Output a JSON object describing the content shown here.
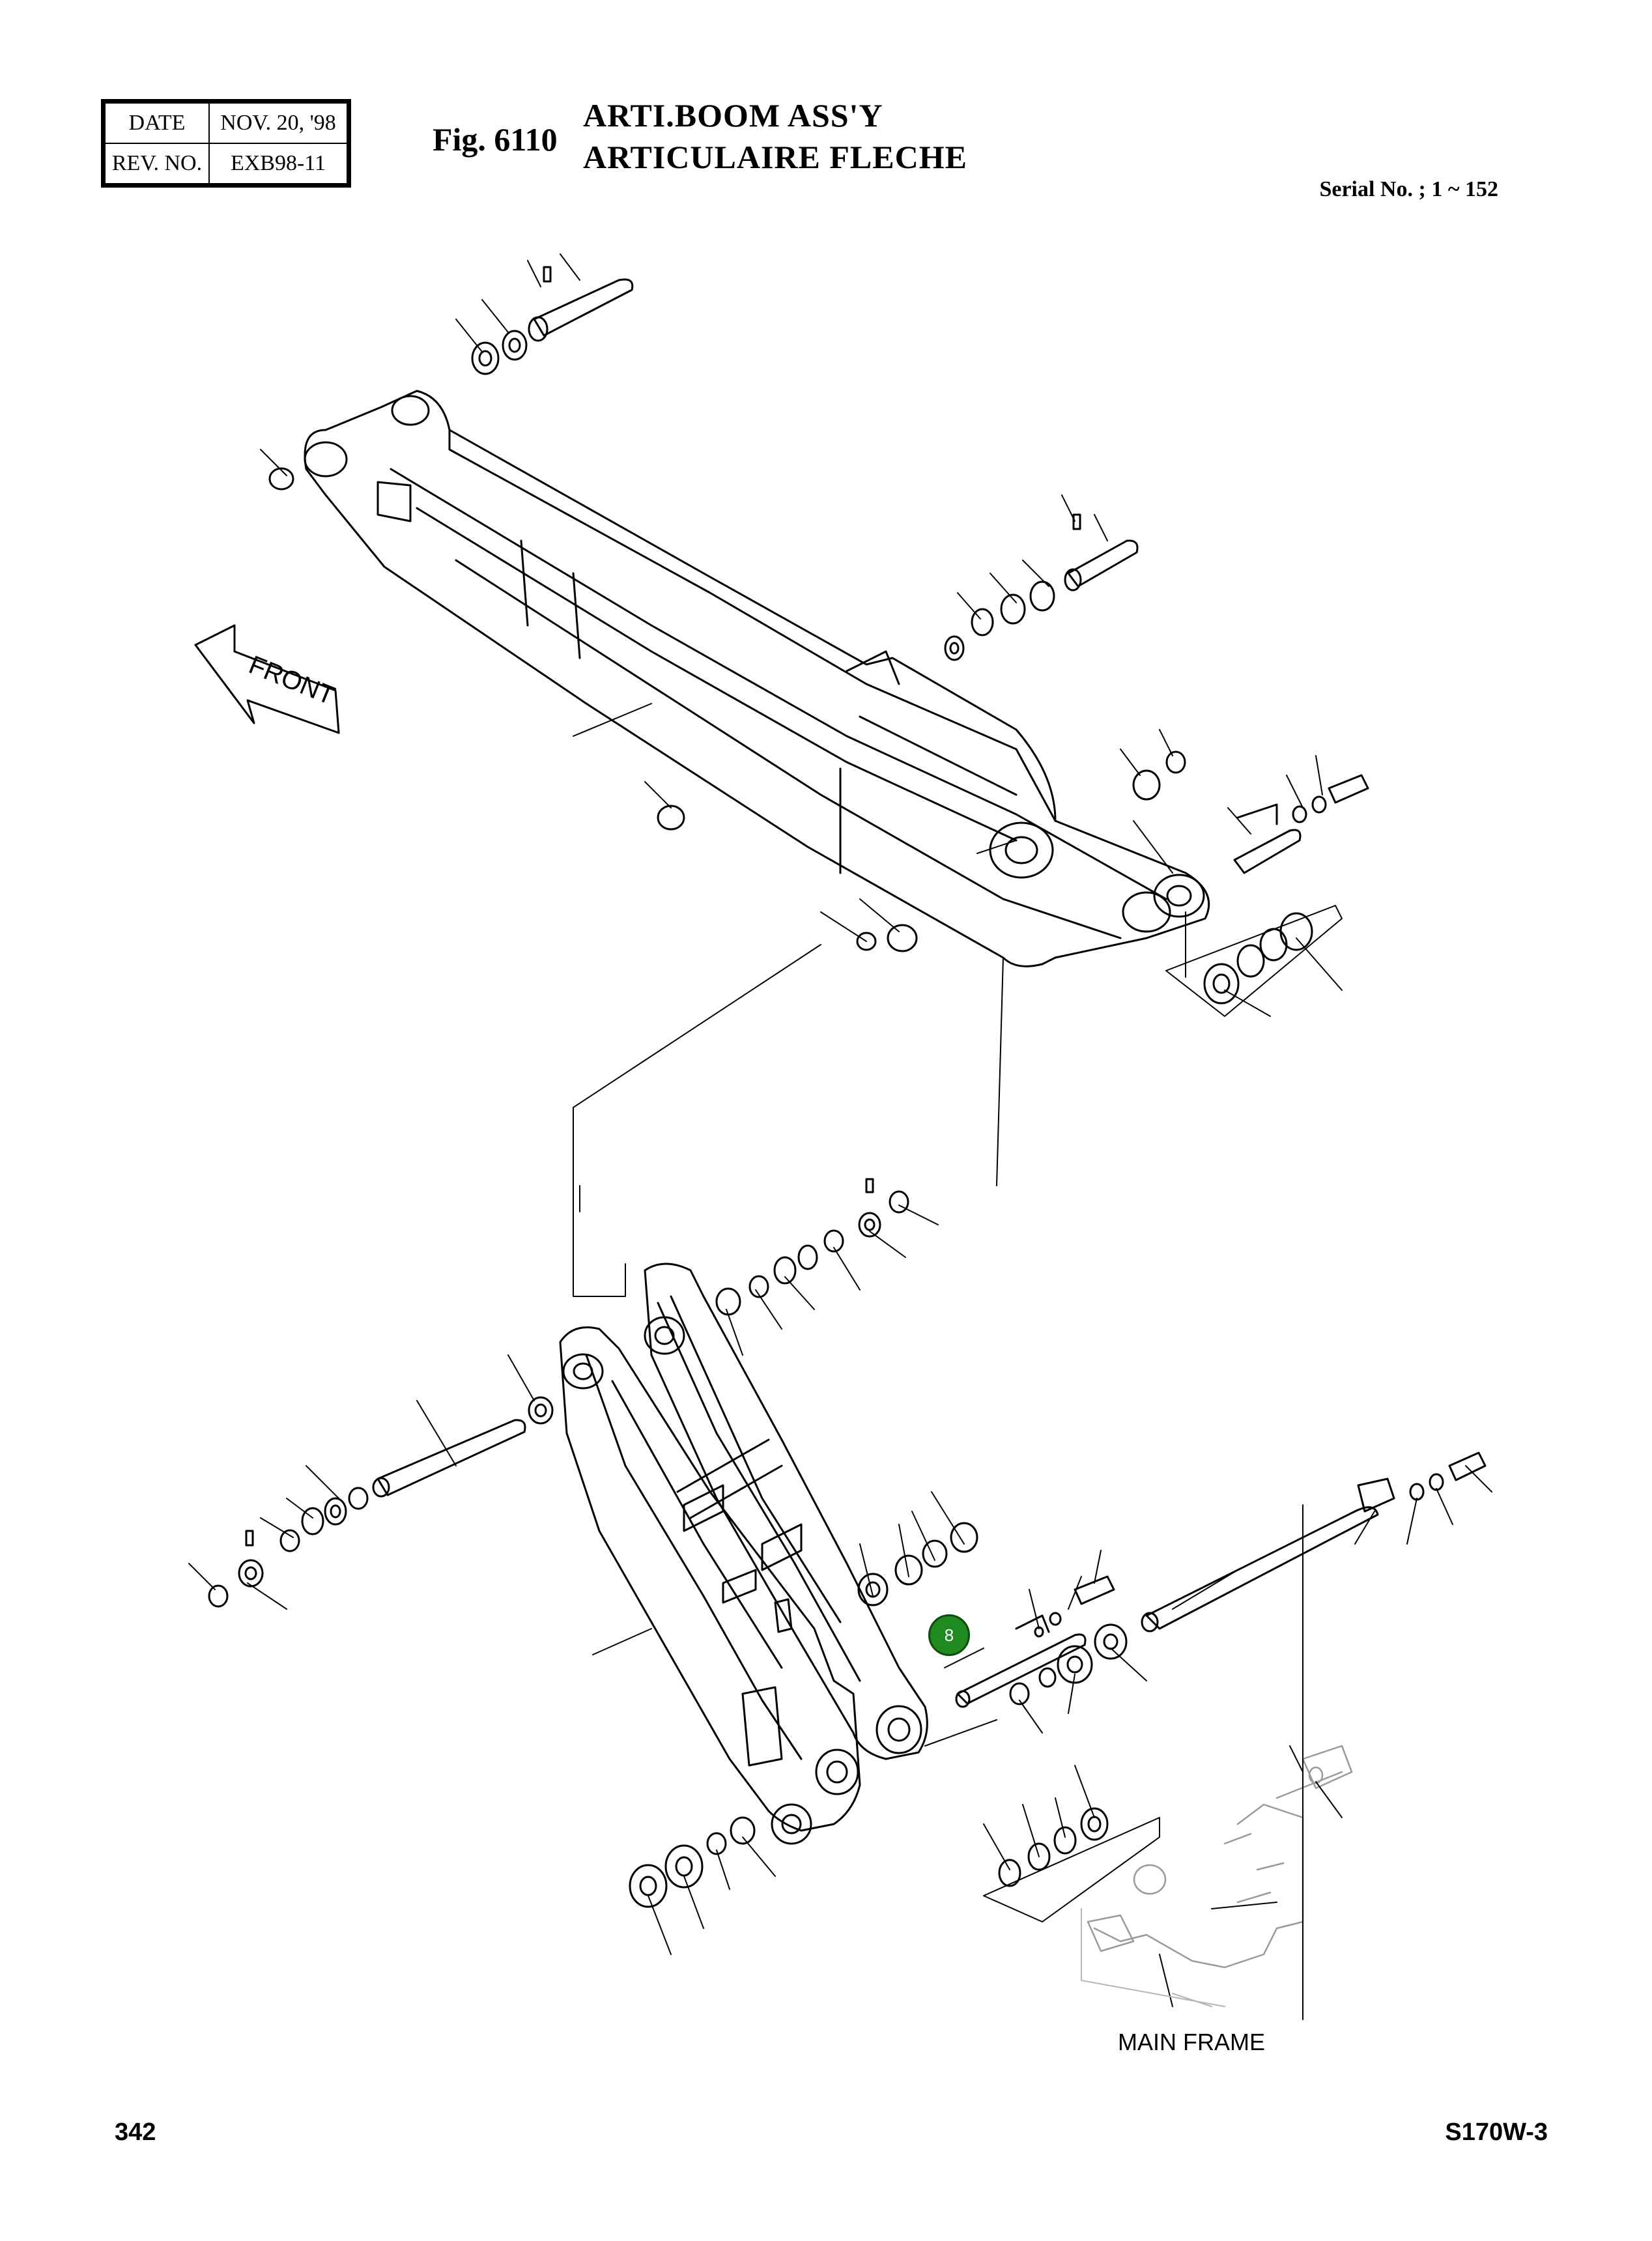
{
  "header": {
    "date_label": "DATE",
    "date_value": "NOV. 20, '98",
    "rev_label": "REV. NO.",
    "rev_value": "EXB98-11"
  },
  "figure": {
    "number": "Fig. 6110",
    "title_en": "ARTI.BOOM ASS'Y",
    "title_fr": "ARTICULAIRE FLECHE",
    "serial": "Serial No. ; 1 ~ 152"
  },
  "drawing": {
    "front_arrow_label": "FRONT",
    "main_frame_label": "MAIN FRAME",
    "callouts": [
      {
        "label": "8",
        "color": "#1f8a1f"
      }
    ]
  },
  "footer": {
    "page_number": "342",
    "model": "S170W-3"
  }
}
